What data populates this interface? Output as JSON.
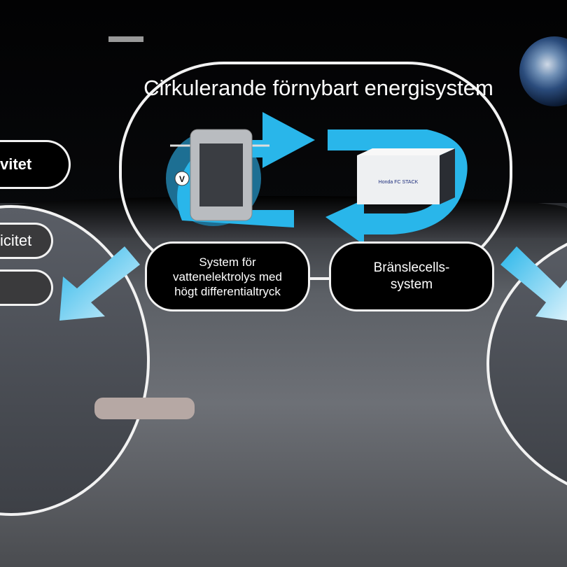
{
  "title": "Cirkulerande förnybart energisystem",
  "left_pills": [
    "vitet",
    "icitet",
    ""
  ],
  "electrolysis_label": [
    "System för",
    "vattenelektrolys med",
    "högt differentialtryck"
  ],
  "fuelcell_label": [
    "Bränslecells-",
    "system"
  ],
  "fuelcell_box_text": "Honda FC STACK",
  "electrolyzer_badge": "V",
  "colors": {
    "arrow": "#29b6ea",
    "outline": "#f2f2f2"
  }
}
